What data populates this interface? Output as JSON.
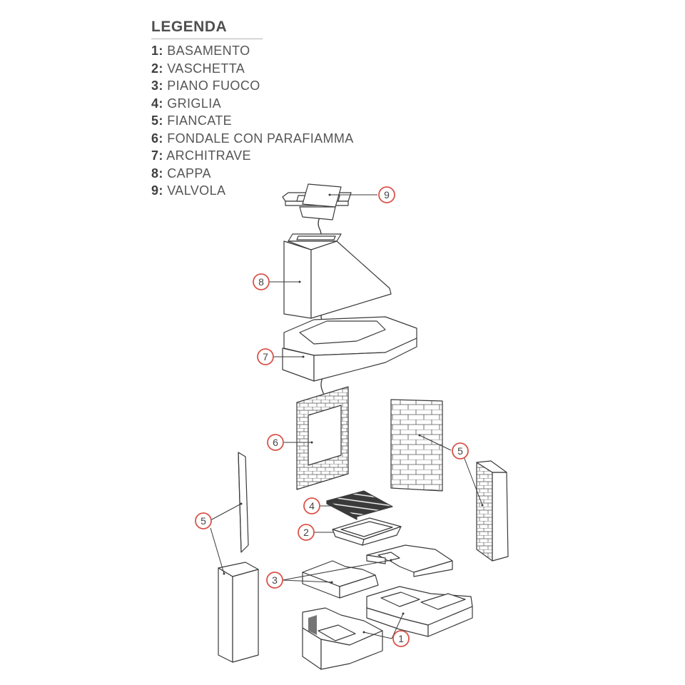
{
  "legend": {
    "title": "LEGENDA",
    "items": [
      {
        "num": "1:",
        "label": "BASAMENTO"
      },
      {
        "num": "2:",
        "label": "VASCHETTA"
      },
      {
        "num": "3:",
        "label": "PIANO FUOCO"
      },
      {
        "num": "4:",
        "label": "GRIGLIA"
      },
      {
        "num": "5:",
        "label": "FIANCATE"
      },
      {
        "num": "6:",
        "label": "FONDALE CON PARAFIAMMA"
      },
      {
        "num": "7:",
        "label": "ARCHITRAVE"
      },
      {
        "num": "8:",
        "label": "CAPPA"
      },
      {
        "num": "9:",
        "label": "VALVOLA"
      }
    ]
  },
  "callouts": {
    "n1": "1",
    "n2": "2",
    "n3": "3",
    "n4": "4",
    "n5a": "5",
    "n5b": "5",
    "n6": "6",
    "n7": "7",
    "n8": "8",
    "n9": "9"
  },
  "colors": {
    "badge": "#d9534a",
    "stroke": "#3a3a3a",
    "fill": "#ffffff"
  }
}
